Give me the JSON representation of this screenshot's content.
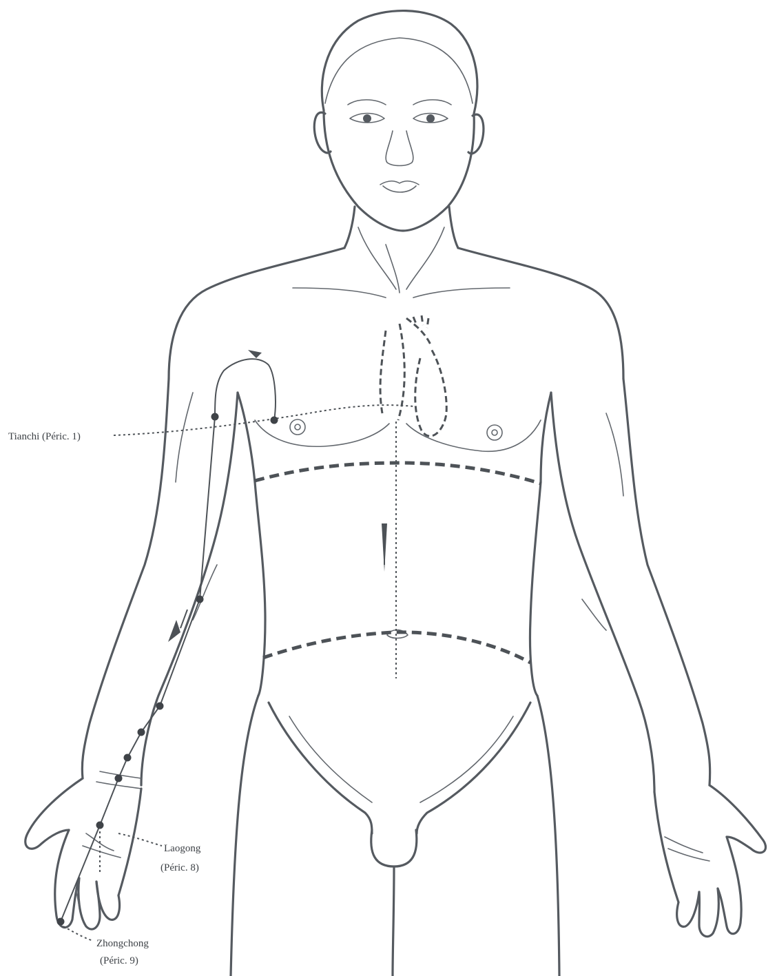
{
  "labels": {
    "tianchi": "Tianchi (Péric. 1)",
    "laogong_name": "Laogong",
    "laogong_code": "(Péric. 8)",
    "zhongchong_name": "Zhongchong",
    "zhongchong_code": "(Péric. 9)"
  },
  "colors": {
    "line": "#555a60",
    "background": "#ffffff"
  }
}
